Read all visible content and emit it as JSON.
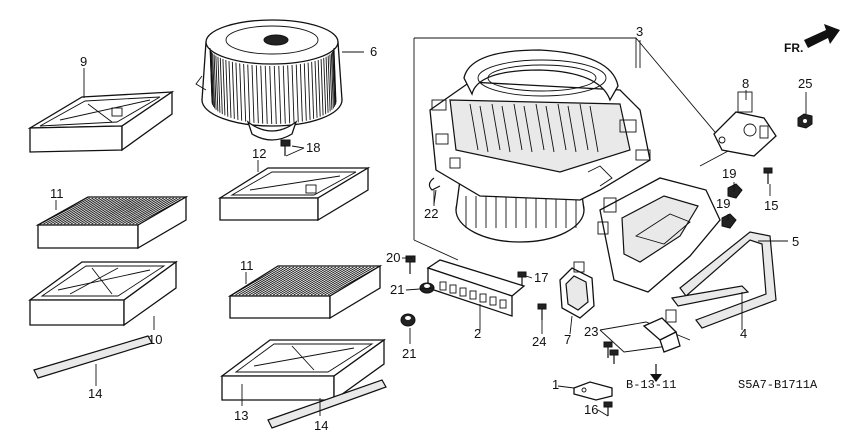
{
  "diagram": {
    "direction_label": "FR.",
    "reference_code": "B-13-11",
    "diagram_code": "S5A7-B1711A",
    "callouts": [
      {
        "id": "c1",
        "label": "1"
      },
      {
        "id": "c2",
        "label": "2"
      },
      {
        "id": "c3",
        "label": "3"
      },
      {
        "id": "c4",
        "label": "4"
      },
      {
        "id": "c5",
        "label": "5"
      },
      {
        "id": "c6",
        "label": "6"
      },
      {
        "id": "c7",
        "label": "7"
      },
      {
        "id": "c8",
        "label": "8"
      },
      {
        "id": "c9",
        "label": "9"
      },
      {
        "id": "c10",
        "label": "10"
      },
      {
        "id": "c11a",
        "label": "11"
      },
      {
        "id": "c11b",
        "label": "11"
      },
      {
        "id": "c12",
        "label": "12"
      },
      {
        "id": "c13",
        "label": "13"
      },
      {
        "id": "c14a",
        "label": "14"
      },
      {
        "id": "c14b",
        "label": "14"
      },
      {
        "id": "c15",
        "label": "15"
      },
      {
        "id": "c16",
        "label": "16"
      },
      {
        "id": "c17",
        "label": "17"
      },
      {
        "id": "c18",
        "label": "18"
      },
      {
        "id": "c19a",
        "label": "19"
      },
      {
        "id": "c19b",
        "label": "19"
      },
      {
        "id": "c20",
        "label": "20"
      },
      {
        "id": "c21a",
        "label": "21"
      },
      {
        "id": "c21b",
        "label": "21"
      },
      {
        "id": "c22",
        "label": "22"
      },
      {
        "id": "c23",
        "label": "23"
      },
      {
        "id": "c24",
        "label": "24"
      },
      {
        "id": "c25",
        "label": "25"
      }
    ]
  }
}
